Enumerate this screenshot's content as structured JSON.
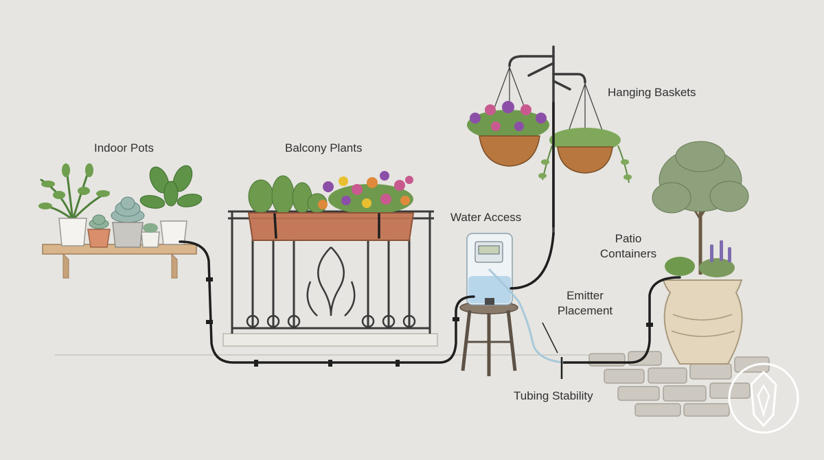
{
  "labels": {
    "indoor_pots": "Indoor Pots",
    "balcony_plants": "Balcony Plants",
    "hanging_baskets": "Hanging Baskets",
    "water_access": "Water Access",
    "patio_line1": "Patio",
    "patio_line2": "Containers",
    "emitter_line1": "Emitter",
    "emitter_line2": "Placement",
    "tubing_stability": "Tubing Stability"
  },
  "icons": {
    "badge": "shield-drop-logo-icon"
  },
  "colors": {
    "background": "#e6e5e1",
    "tubing": "#1f1f1f",
    "terracotta": "#c47a5a",
    "flower_purple": "#8c4fa8",
    "flower_pink": "#c85a8f",
    "flower_orange": "#e0893a",
    "flower_yellow": "#e8c02f",
    "foliage": "#5f8a45",
    "water": "#b8d6ea"
  }
}
